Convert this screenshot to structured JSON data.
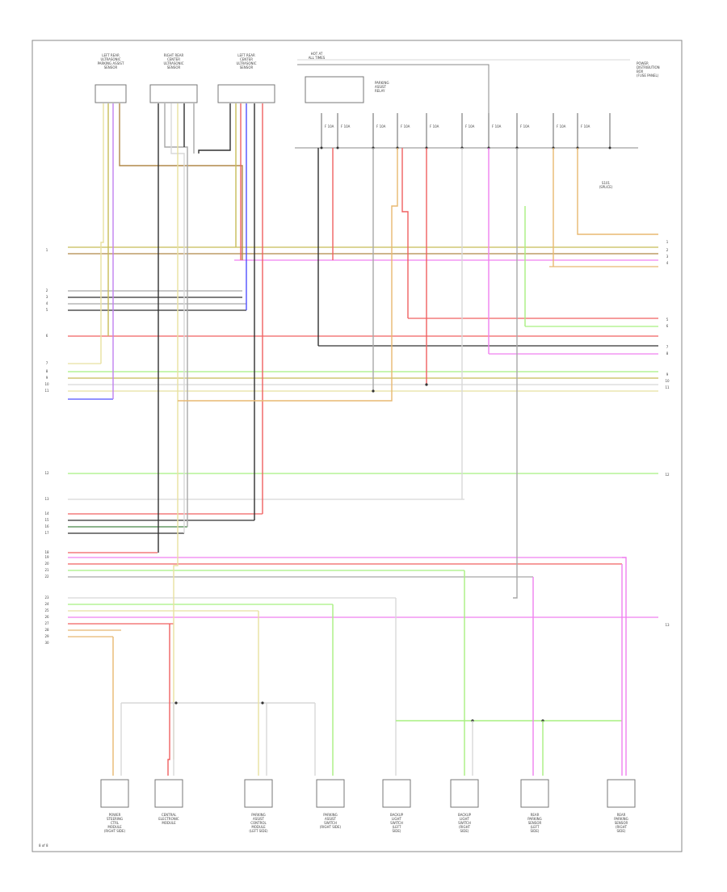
{
  "diagram": {
    "top_components": [
      {
        "id": "lr",
        "label": [
          "LEFT REAR",
          "ULTRASONIC",
          "PARKING ASSIST",
          "SENSOR"
        ]
      },
      {
        "id": "rc",
        "label": [
          "RIGHT REAR",
          "CENTER",
          "ULTRASONIC",
          "SENSOR"
        ]
      },
      {
        "id": "lrc",
        "label": [
          "LEFT REAR",
          "CENTER",
          "ULTRASONIC",
          "SENSOR"
        ]
      }
    ],
    "fuse_header": [
      "HOT AT",
      "ALL TIMES"
    ],
    "top_right_label": [
      "POWER",
      "DISTRIBUTION",
      "BOX",
      "(FUSE PANEL)"
    ],
    "relay_label": [
      "PARKING",
      "ASSIST",
      "RELAY"
    ],
    "fuse_labels": [
      "F 10A",
      "F 10A",
      "F 10A",
      "F 10A",
      "F 10A",
      "F 10A",
      "F 10A",
      "F 10A",
      "F 10A",
      "F 10A"
    ],
    "s_label": [
      "S101",
      "(SPLICE)"
    ],
    "left_pins": [
      "1",
      "2",
      "3",
      "4",
      "5",
      "6",
      "7",
      "8",
      "9",
      "10",
      "11",
      "12",
      "13",
      "14",
      "15",
      "16",
      "17",
      "18",
      "19",
      "20",
      "21",
      "22",
      "23",
      "24",
      "25",
      "26",
      "27",
      "28",
      "29",
      "30"
    ],
    "right_pins": [
      "1",
      "2",
      "3",
      "4",
      "5",
      "6",
      "7",
      "8",
      "9",
      "10",
      "11",
      "12",
      "13"
    ],
    "bottom_components": [
      {
        "id": "b1",
        "label": [
          "POWER",
          "STEERING",
          "CTRL",
          "MODULE",
          "(RIGHT SIDE)"
        ]
      },
      {
        "id": "b2",
        "label": [
          "CENTRAL",
          "ELECTRONIC",
          "MODULE"
        ]
      },
      {
        "id": "b3",
        "label": [
          "PARKING",
          "ASSIST",
          "CONTROL",
          "MODULE",
          "(LEFT SIDE)"
        ]
      },
      {
        "id": "b4",
        "label": [
          "PARKING",
          "ASSIST",
          "SWITCH",
          "(RIGHT SIDE)"
        ]
      },
      {
        "id": "b5",
        "label": [
          "BACKUP",
          "LIGHT",
          "SWITCH",
          "(LEFT",
          "SIDE)"
        ]
      },
      {
        "id": "b6",
        "label": [
          "BACKUP",
          "LIGHT",
          "SWITCH",
          "(RIGHT",
          "SIDE)"
        ]
      },
      {
        "id": "b7",
        "label": [
          "REAR",
          "PARKING",
          "SENSOR",
          "(LEFT",
          "SIDE)"
        ]
      },
      {
        "id": "b8",
        "label": [
          "REAR",
          "PARKING",
          "SENSOR",
          "(RIGHT",
          "SIDE)"
        ]
      }
    ],
    "footer_code": "8 of 8",
    "colors": {
      "yellow": "#e8e0a0",
      "olive": "#c8bc58",
      "red": "#f06060",
      "pink": "#f080f0",
      "green": "#a8f080",
      "blue": "#5050ff",
      "black": "#303030",
      "gray": "#a8a8a8",
      "tan": "#e8b870",
      "orange": "#f0c080",
      "violet": "#c080f0",
      "ltgray": "#d8d8d8",
      "dkgreen": "#488848",
      "brown": "#b08848"
    }
  }
}
